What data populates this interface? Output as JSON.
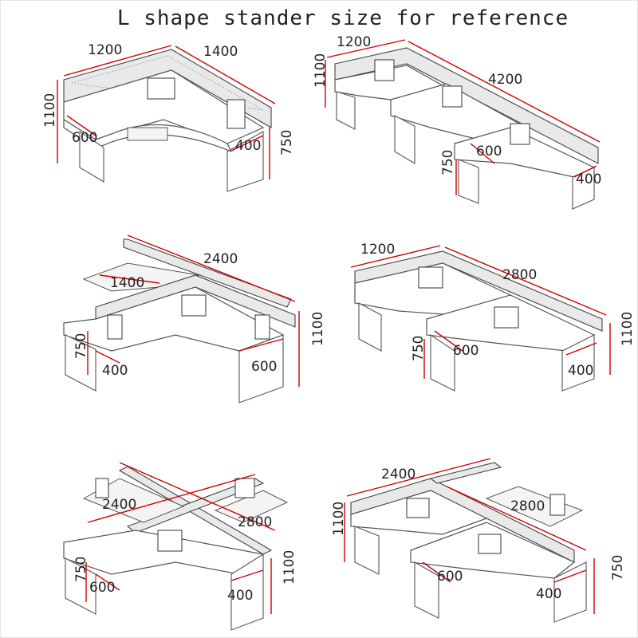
{
  "title": "L shape stander size for reference",
  "panels": [
    {
      "name": "panel-1",
      "labels": [
        "1200",
        "1400",
        "1100",
        "600",
        "400",
        "750"
      ]
    },
    {
      "name": "panel-2",
      "labels": [
        "1200",
        "4200",
        "1100",
        "600",
        "750",
        "400"
      ]
    },
    {
      "name": "panel-3",
      "labels": [
        "2400",
        "1400",
        "750",
        "400",
        "600",
        "1100"
      ]
    },
    {
      "name": "panel-4",
      "labels": [
        "1200",
        "2800",
        "750",
        "600",
        "400",
        "1100"
      ]
    },
    {
      "name": "panel-5",
      "labels": [
        "2400",
        "2800",
        "750",
        "600",
        "400",
        "1100"
      ]
    },
    {
      "name": "panel-6",
      "labels": [
        "2400",
        "2800",
        "1100",
        "600",
        "400",
        "750"
      ]
    }
  ],
  "colors": {
    "dimension": "#d10000",
    "line": "#555555"
  }
}
